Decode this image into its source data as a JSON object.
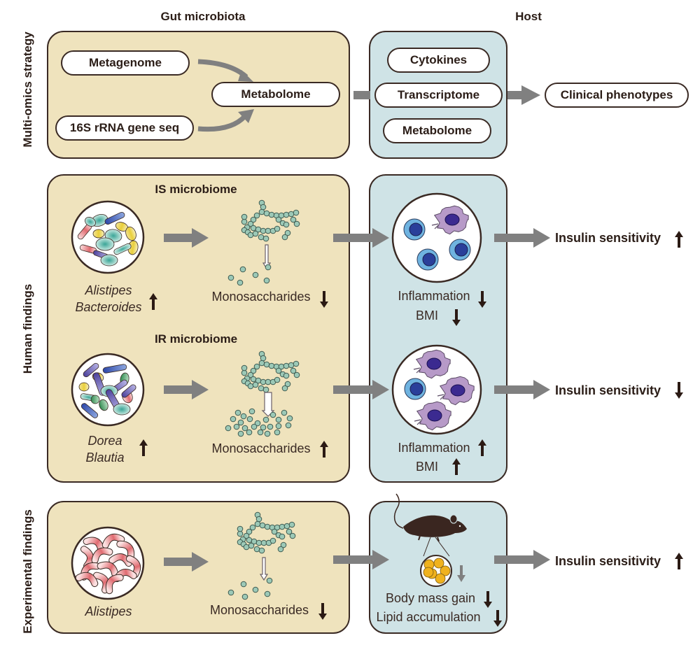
{
  "columns": {
    "gut": "Gut microbiota",
    "host": "Host"
  },
  "rows": {
    "multiomics": "Multi-omics strategy",
    "human": "Human findings",
    "experimental": "Experimental findings"
  },
  "multiomics": {
    "gut_items": [
      "Metagenome",
      "16S rRNA gene seq",
      "Metabolome"
    ],
    "host_items": [
      "Cytokines",
      "Transcriptome",
      "Metabolome"
    ],
    "outcome": "Clinical phenotypes"
  },
  "human": {
    "is": {
      "title": "IS microbiome",
      "taxa": [
        "Alistipes",
        "Bacteroides"
      ],
      "taxa_direction": "up",
      "monosaccharides": "Monosaccharides",
      "mono_direction": "down",
      "host_lines": [
        {
          "label": "Inflammation",
          "direction": "down"
        },
        {
          "label": "BMI",
          "direction": "down"
        }
      ],
      "outcome": "Insulin sensitivity",
      "outcome_direction": "up"
    },
    "ir": {
      "title": "IR microbiome",
      "taxa": [
        "Dorea",
        "Blautia"
      ],
      "taxa_direction": "up",
      "monosaccharides": "Monosaccharides",
      "mono_direction": "up",
      "host_lines": [
        {
          "label": "Inflammation",
          "direction": "up"
        },
        {
          "label": "BMI",
          "direction": "up"
        }
      ],
      "outcome": "Insulin sensitivity",
      "outcome_direction": "down"
    }
  },
  "experimental": {
    "taxa": [
      "Alistipes"
    ],
    "monosaccharides": "Monosaccharides",
    "mono_direction": "down",
    "host_lines": [
      {
        "label": "Body mass gain",
        "direction": "down"
      },
      {
        "label": "Lipid accumulation",
        "direction": "down"
      }
    ],
    "outcome": "Insulin sensitivity",
    "outcome_direction": "up"
  },
  "colors": {
    "gut_panel": "#efe3bd",
    "host_panel": "#cfe3e6",
    "flow_arrow": "#808080",
    "outline": "#3a2a24",
    "sugar": "#9cc9b7",
    "macrophage": "#b79ac8",
    "lymphocyte": "#6fb3e0",
    "nucleus": "#2a3f9a",
    "adipocyte": "#f0b21e"
  }
}
